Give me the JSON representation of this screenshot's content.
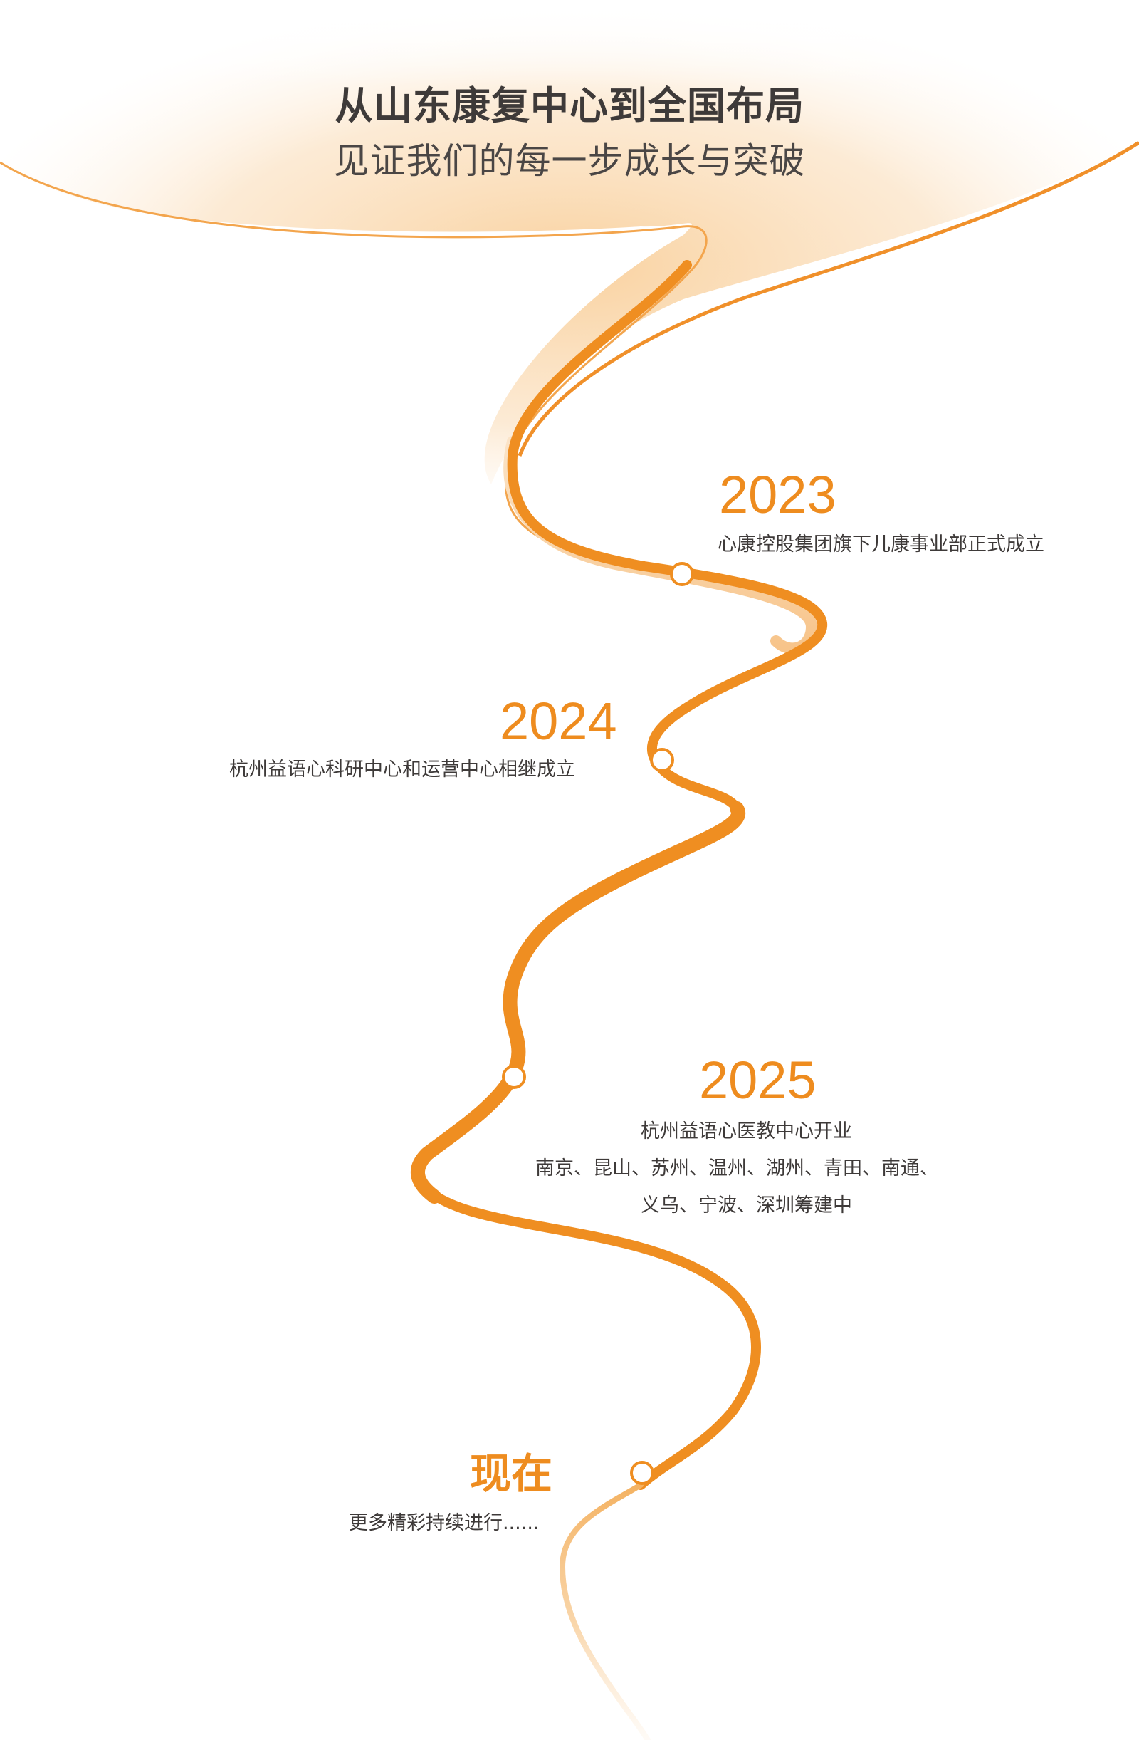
{
  "header": {
    "title": "从山东康复中心到全国布局",
    "subtitle": "见证我们的每一步成长与突破"
  },
  "milestones": [
    {
      "year": "2023",
      "lines": [
        "心康控股集团旗下儿康事业部正式成立"
      ]
    },
    {
      "year": "2024",
      "lines": [
        "杭州益语心科研中心和运营中心相继成立"
      ]
    },
    {
      "year": "2025",
      "lines": [
        "杭州益语心医教中心开业",
        "南京、昆山、苏州、温州、湖州、青田、南通、",
        "义乌、宁波、深圳筹建中"
      ]
    },
    {
      "year": "现在",
      "lines": [
        "更多精彩持续进行......"
      ]
    }
  ],
  "colors": {
    "accent": "#ee8c1f",
    "road_light": "#f7c48a",
    "glow": "#fbe0c0",
    "text_dark": "#3e3a39"
  }
}
